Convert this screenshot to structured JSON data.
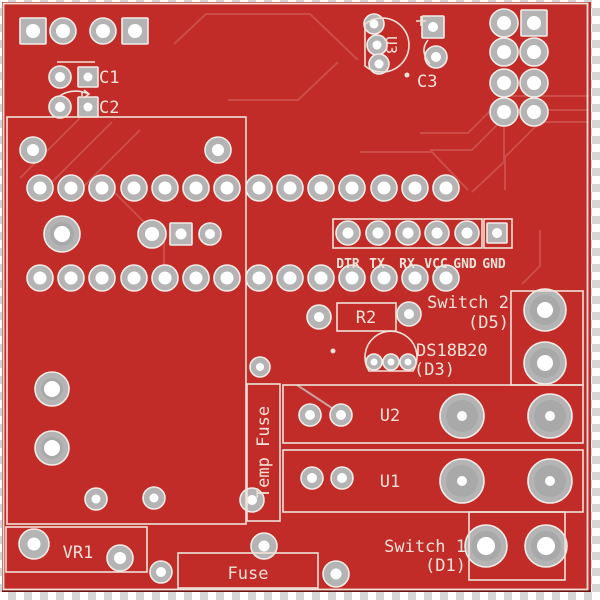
{
  "board": {
    "type": "pcb-layout-render",
    "colors": {
      "board_red": "#c12b28",
      "silkscreen": "#f0e2d8",
      "pad_gray": "#b4b4b4",
      "pad_inner_gray": "#a9a9a9",
      "hole_white": "#ffffff",
      "trace_red": "#ce544c",
      "trace_gray": "#c9b8b0",
      "checker_gray": "#d6d6d6",
      "board_edge_dark": "#6e1210"
    },
    "components": {
      "c1": "C1",
      "c2": "C2",
      "c3": "C3",
      "u3": "U3",
      "r2": "R2",
      "ds18b20_name": "DS18B20",
      "ds18b20_ref": "(D3)",
      "switch2_name": "Switch 2",
      "switch2_ref": "(D5)",
      "switch1_name": "Switch 1",
      "switch1_ref": "(D1)",
      "u2": "U2",
      "u1": "U1",
      "temp_fuse": "Temp Fuse",
      "vr1": "VR1",
      "fuse": "Fuse"
    },
    "header_pins": {
      "labels": [
        "DTR",
        "TX",
        "RX",
        "VCC",
        "GND",
        "GND"
      ]
    }
  }
}
